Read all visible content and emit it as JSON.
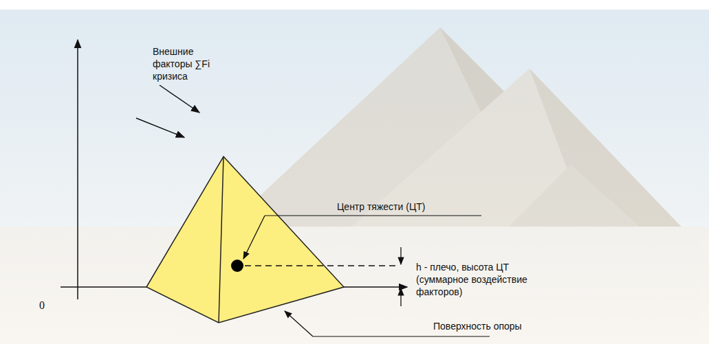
{
  "diagram": {
    "labels": [
      "Внешние факторы ∑Fi кризиса",
      "Центр тяжести (ЦТ)",
      "h - плечо, высота ЦТ (суммарное воздействие факторов)",
      "Поверхность опоры",
      "0"
    ]
  }
}
